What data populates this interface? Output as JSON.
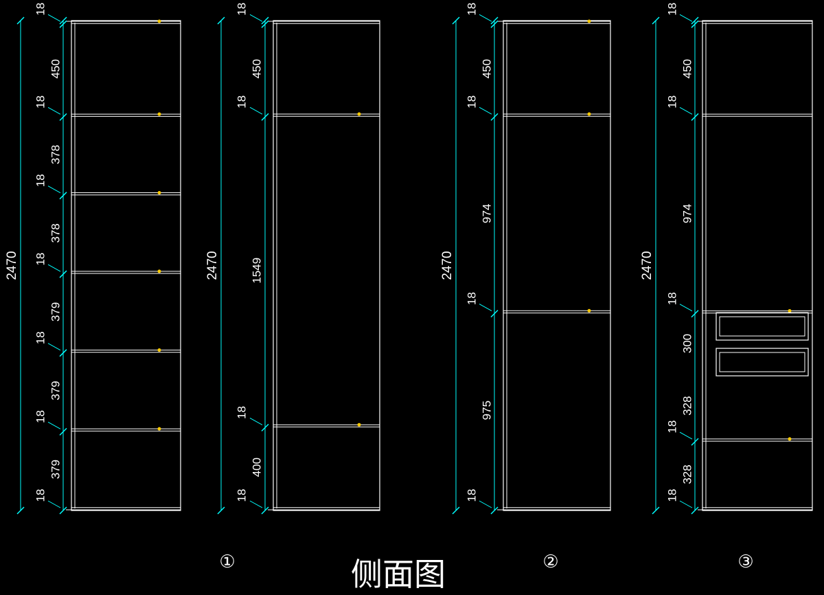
{
  "title": "侧面图",
  "colors": {
    "background": "#000000",
    "dimension": "#00ffff",
    "panel": "#ffffff",
    "hinge": "#ffcc00"
  },
  "cabinets": [
    {
      "total": "2470",
      "dims": [
        "18",
        "450",
        "18",
        "378",
        "18",
        "378",
        "18",
        "379",
        "18",
        "379",
        "18",
        "379",
        "18"
      ],
      "marker": "",
      "hinges": 6,
      "drawers": 0
    },
    {
      "total": "2470",
      "dims": [
        "18",
        "450",
        "18",
        "1549",
        "18",
        "400",
        "18"
      ],
      "marker": "①",
      "hinges": 2,
      "drawers": 0
    },
    {
      "total": "2470",
      "dims": [
        "18",
        "450",
        "18",
        "974",
        "18",
        "975",
        "18"
      ],
      "marker": "②",
      "hinges": 3,
      "drawers": 0
    },
    {
      "total": "2470",
      "dims": [
        "18",
        "450",
        "18",
        "974",
        "18",
        "300",
        "328",
        "18",
        "328",
        "18"
      ],
      "marker": "③",
      "hinges": 2,
      "drawers": 2
    }
  ]
}
